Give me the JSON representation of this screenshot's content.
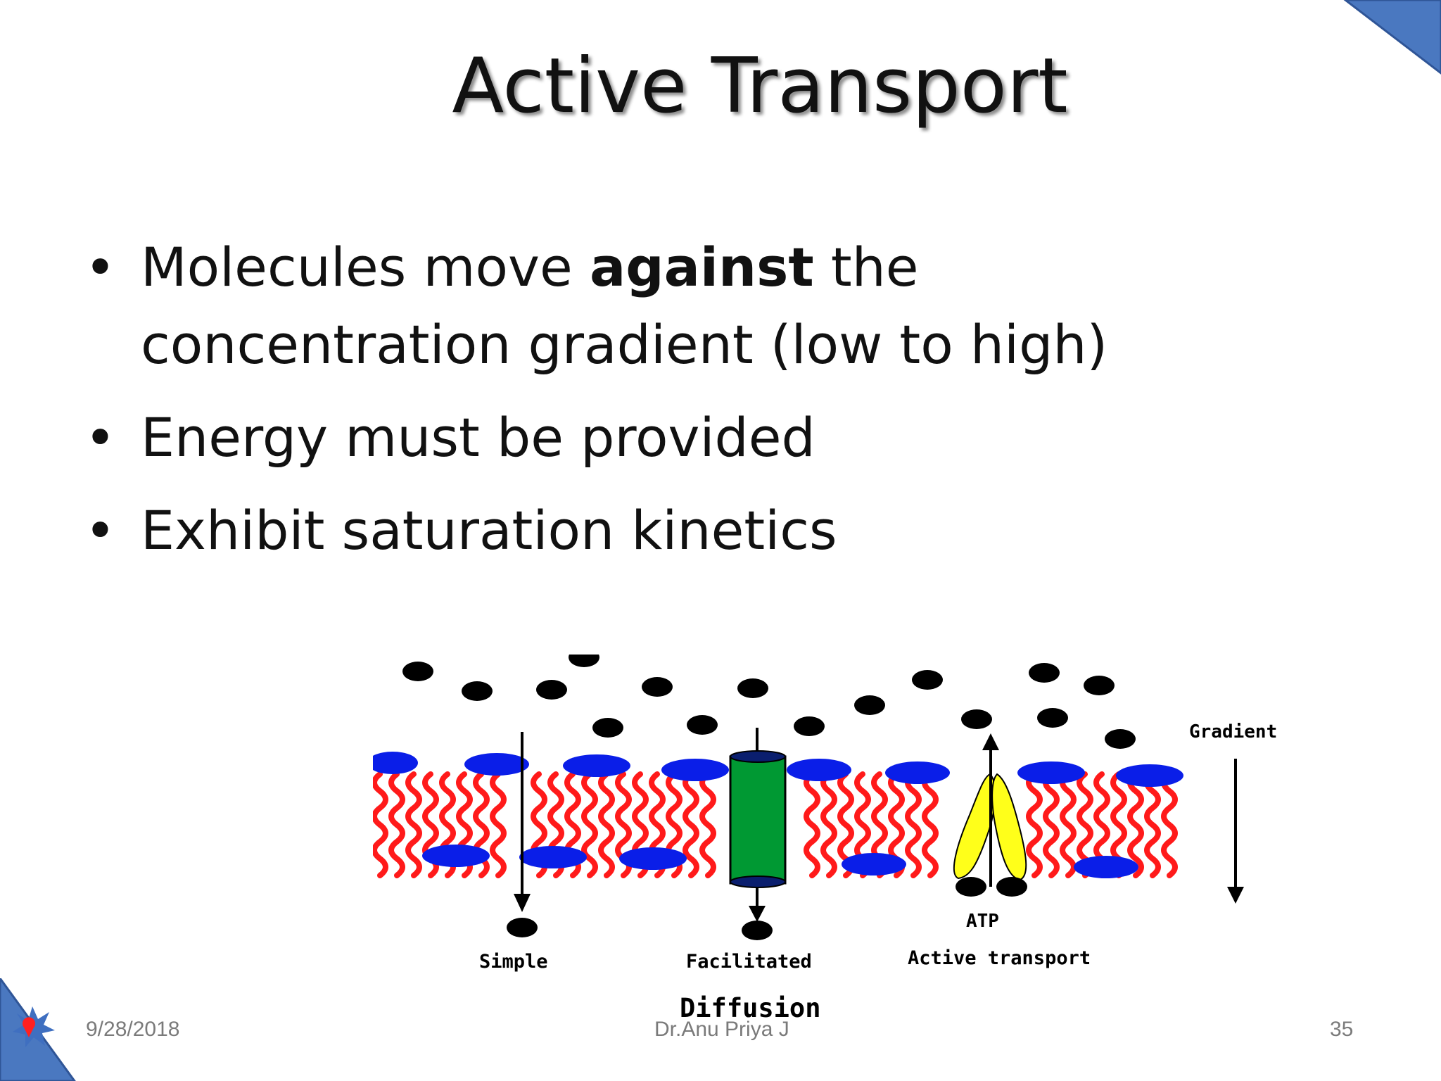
{
  "slide": {
    "title": "Active Transport",
    "bullets": [
      {
        "pre": "Molecules move ",
        "bold": "against",
        "post": " the concentration gradient (low to high)"
      },
      {
        "pre": "Energy must be provided",
        "bold": "",
        "post": ""
      },
      {
        "pre": "Exhibit saturation kinetics",
        "bold": "",
        "post": ""
      }
    ],
    "bullet_glyph": "•"
  },
  "diagram": {
    "gradient_label": "Gradient",
    "atp_label": "ATP",
    "simple_label": "Simple",
    "facilitated_label": "Facilitated",
    "active_label": "Active transport",
    "diffusion_label": "Diffusion",
    "colors": {
      "lipid_head": "#0a1ee8",
      "lipid_tail": "#ff1a1a",
      "channel": "#009933",
      "pump": "#ffff1a",
      "molecule": "#000000"
    }
  },
  "footer": {
    "date": "9/28/2018",
    "author": "Dr.Anu Priya J",
    "page": "35"
  },
  "colors": {
    "accent": "#4a78c0"
  }
}
